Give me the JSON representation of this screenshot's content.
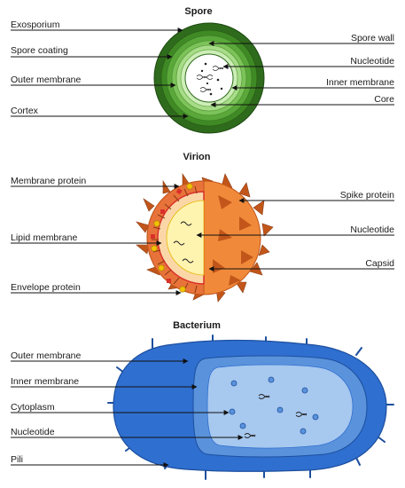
{
  "colors": {
    "spore_rings": [
      "#2f6b1c",
      "#3f8a24",
      "#5aa83a",
      "#7cc45a",
      "#a7dc88",
      "#cdeeb8"
    ],
    "spore_core": "#ffffff",
    "virion_orange": "#f08a3a",
    "virion_dark": "#c2561a",
    "virion_light": "#fbd7a8",
    "virion_core": "#fff3b0",
    "virion_envelope": "#f2c200",
    "virion_membrane": "#d9302a",
    "bacterium_outer": "#2f6fd0",
    "bacterium_inner": "#5a93dc",
    "bacterium_cytoplasm": "#a7c8ef",
    "bacterium_dark": "#1d4f9e"
  },
  "spore": {
    "title": "Spore",
    "labels": {
      "exosporium": "Exosporium",
      "spore_coating": "Spore coating",
      "outer_membrane": "Outer membrane",
      "cortex": "Cortex",
      "spore_wall": "Spore wall",
      "nucleotide": "Nucleotide",
      "inner_membrane": "Inner membrane",
      "core": "Core"
    }
  },
  "virion": {
    "title": "Virion",
    "labels": {
      "membrane_protein": "Membrane protein",
      "lipid_membrane": "Lipid membrane",
      "envelope_protein": "Envelope protein",
      "spike_protein": "Spike protein",
      "nucleotide": "Nucleotide",
      "capsid": "Capsid"
    }
  },
  "bacterium": {
    "title": "Bacterium",
    "labels": {
      "outer_membrane": "Outer membrane",
      "inner_membrane": "Inner membrane",
      "cytoplasm": "Cytoplasm",
      "nucleotide": "Nucleotide",
      "pili": "Pili"
    }
  }
}
